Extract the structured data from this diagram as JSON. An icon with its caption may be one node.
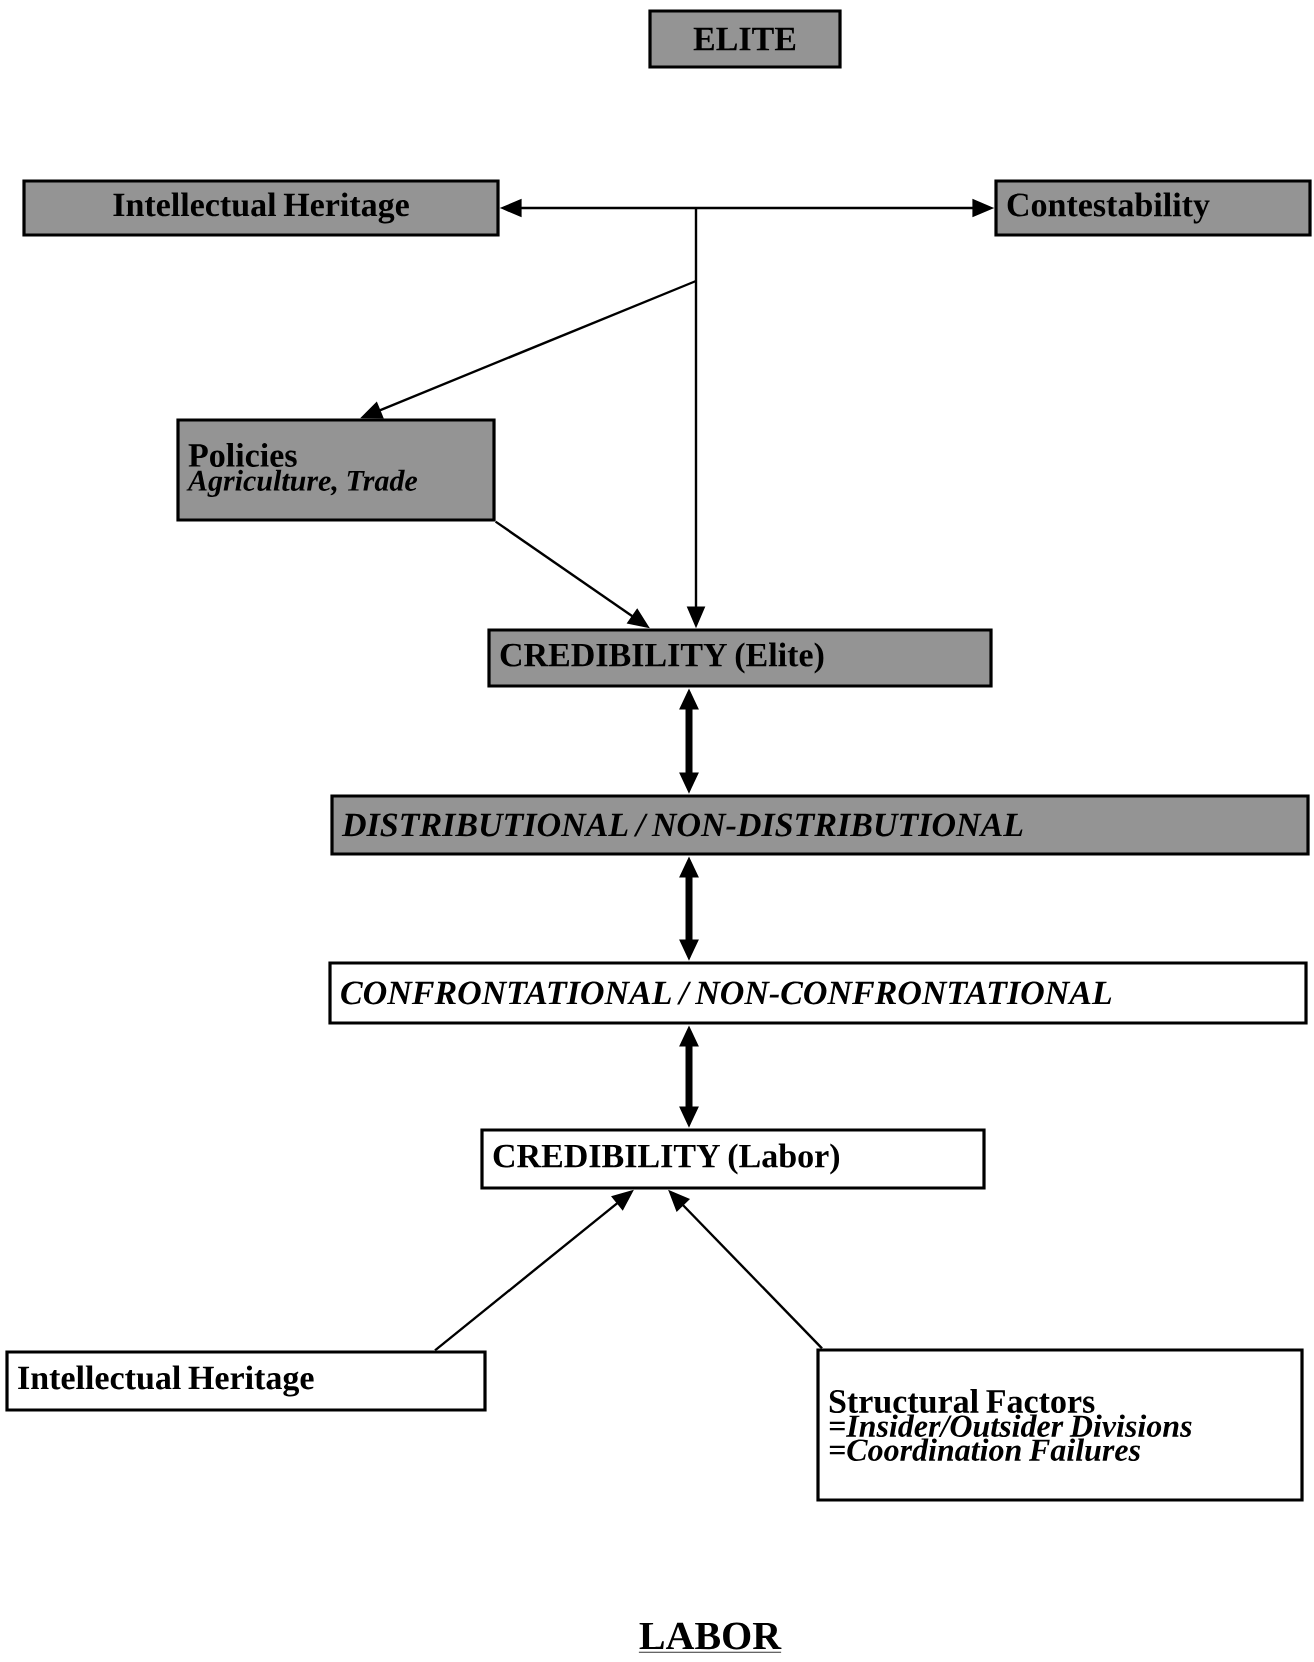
{
  "diagram": {
    "nodes": [
      {
        "text": [
          "ELITE"
        ]
      },
      {
        "text": [
          "Intellectual Heritage"
        ]
      },
      {
        "text": [
          "Contestability"
        ]
      },
      {
        "text": [
          "Policies",
          "Agriculture, Trade"
        ]
      },
      {
        "text": [
          "CREDIBILITY (Elite)"
        ]
      },
      {
        "text": [
          "DISTRIBUTIONAL / NON-DISTRIBUTIONAL"
        ]
      },
      {
        "text": [
          "CONFRONTATIONAL / NON-CONFRONTATIONAL"
        ]
      },
      {
        "text": [
          "CREDIBILITY (Labor)"
        ]
      },
      {
        "text": [
          "Intellectual Heritage"
        ]
      },
      {
        "text": [
          "Structural Factors",
          "=Insider/Outsider Divisions",
          "=Coordination Failures"
        ]
      }
    ],
    "edges": [
      {
        "from": 1,
        "to": 2,
        "arrow": "both"
      },
      {
        "from": null,
        "to": 3,
        "arrow": "to"
      },
      {
        "from": null,
        "to": 4,
        "arrow": "to"
      },
      {
        "from": 3,
        "to": 4,
        "arrow": "to"
      },
      {
        "from": 4,
        "to": 5,
        "arrow": "both",
        "style": "thick"
      },
      {
        "from": 5,
        "to": 6,
        "arrow": "both",
        "style": "thick"
      },
      {
        "from": 6,
        "to": 7,
        "arrow": "both",
        "style": "thick"
      },
      {
        "from": 8,
        "to": 7,
        "arrow": "to"
      },
      {
        "from": 9,
        "to": 7,
        "arrow": "to"
      }
    ],
    "labels": [
      "LABOR"
    ]
  }
}
